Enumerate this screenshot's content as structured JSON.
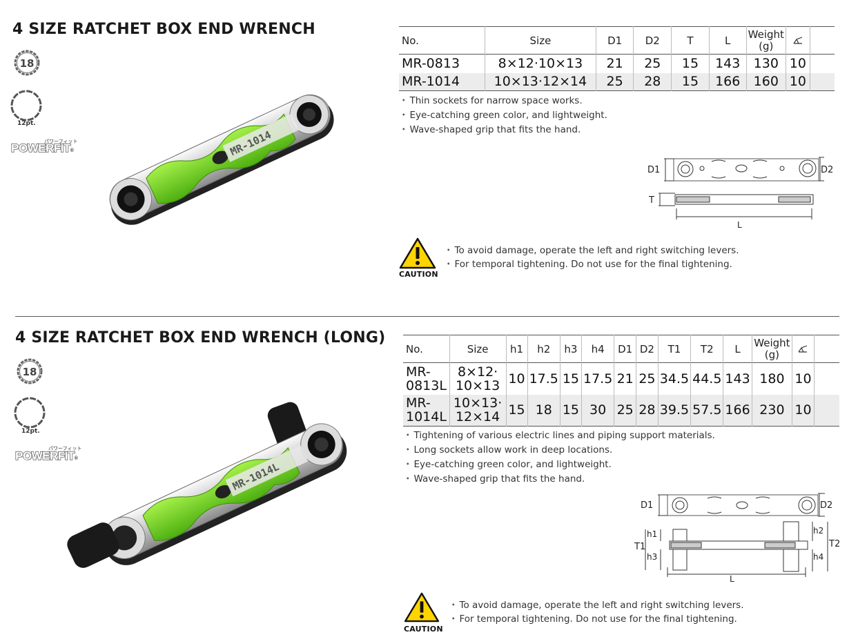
{
  "section1": {
    "title": "4 SIZE RATCHET BOX END WRENCH",
    "badge_top": "18",
    "badge_bottom_label": "12pt.",
    "brand": "POWERFIT",
    "brand_reg": "®",
    "brand_kana": "パワーフィット",
    "tool_marking": "MR-1014",
    "table": {
      "headers": [
        "No.",
        "Size",
        "D1",
        "D2",
        "T",
        "L",
        "Weight",
        "(g)",
        ""
      ],
      "rows": [
        [
          "MR-0813",
          "8×12·10×13",
          "21",
          "25",
          "15",
          "143",
          "130",
          "10"
        ],
        [
          "MR-1014",
          "10×13·12×14",
          "25",
          "28",
          "15",
          "166",
          "160",
          "10"
        ]
      ]
    },
    "features": [
      "Thin sockets for narrow space works.",
      "Eye-catching green color, and lightweight.",
      "Wave-shaped grip that fits the hand."
    ],
    "dimensions": {
      "d1": "D1",
      "d2": "D2",
      "t": "T",
      "l": "L"
    },
    "caution": {
      "label": "CAUTION",
      "lines": [
        "To avoid damage, operate the left and right switching levers.",
        "For temporal tightening. Do not use for the final tightening."
      ]
    }
  },
  "section2": {
    "title": "4 SIZE RATCHET BOX END WRENCH (LONG)",
    "badge_top": "18",
    "badge_bottom_label": "12pt.",
    "brand": "POWERFIT",
    "brand_reg": "®",
    "brand_kana": "パワーフィット",
    "tool_marking": "MR-1014L",
    "table": {
      "headers": [
        "No.",
        "Size",
        "h1",
        "h2",
        "h3",
        "h4",
        "D1",
        "D2",
        "T1",
        "T2",
        "L",
        "Weight",
        "(g)",
        ""
      ],
      "rows": [
        [
          "MR-",
          "0813L",
          "8×12·",
          "10×13",
          "10",
          "17.5",
          "15",
          "17.5",
          "21",
          "25",
          "34.5",
          "44.5",
          "143",
          "180",
          "10"
        ],
        [
          "MR-",
          "1014L",
          "10×13·",
          "12×14",
          "15",
          "18",
          "15",
          "30",
          "25",
          "28",
          "39.5",
          "57.5",
          "166",
          "230",
          "10"
        ]
      ]
    },
    "features": [
      "Tightening of various electric lines and piping support materials.",
      "Long sockets allow work in deep locations.",
      "Eye-catching green color, and lightweight.",
      "Wave-shaped grip that fits the hand."
    ],
    "dimensions": {
      "d1": "D1",
      "d2": "D2",
      "t1": "T1",
      "t2": "T2",
      "h1": "h1",
      "h2": "h2",
      "h3": "h3",
      "h4": "h4",
      "l": "L"
    },
    "caution": {
      "label": "CAUTION",
      "lines": [
        "To avoid damage, operate the left and right switching levers.",
        "For temporal tightening. Do not use for the final tightening."
      ]
    }
  },
  "colors": {
    "accent_green": "#7ed321",
    "caution_yellow": "#ffd400",
    "text": "#222222"
  },
  "icons": [
    "18-point-badge-icon",
    "12-point-socket-icon",
    "caution-triangle-icon",
    "pack-quantity-icon"
  ]
}
